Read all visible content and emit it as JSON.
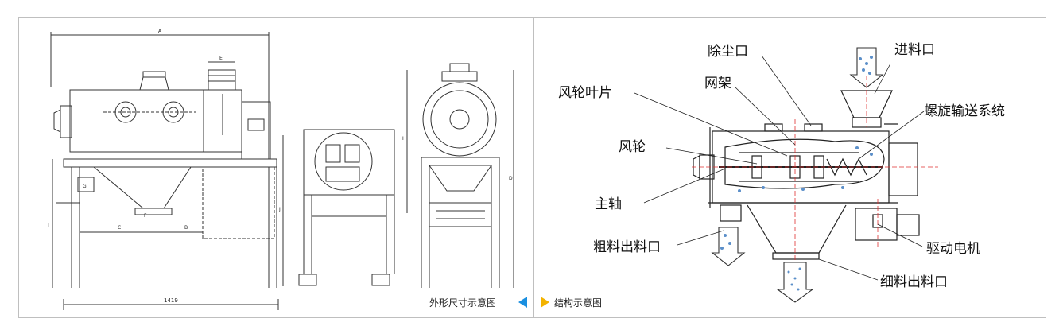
{
  "left_panel": {
    "caption": "外形尺寸示意图",
    "dims": {
      "A": "A",
      "E": "E",
      "G": "G",
      "F": "F",
      "C": "C",
      "B": "B",
      "I": "I",
      "J": "J",
      "H": "H",
      "D": "D",
      "width": "1419"
    }
  },
  "right_panel": {
    "caption": "结构示意图",
    "labels": {
      "dust_outlet": "除尘口",
      "feed_inlet": "进料口",
      "screen_frame": "网架",
      "fan_blade": "风轮叶片",
      "screw_conveyor": "螺旋输送系统",
      "fan_wheel": "风轮",
      "main_shaft": "主轴",
      "coarse_outlet": "粗料出料口",
      "drive_motor": "驱动电机",
      "fine_outlet": "细料出料口"
    }
  },
  "colors": {
    "arrow_left": "#1a8fe0",
    "arrow_right": "#f3b300",
    "centerline": "#e03030",
    "particles": "#5b8fc9"
  }
}
